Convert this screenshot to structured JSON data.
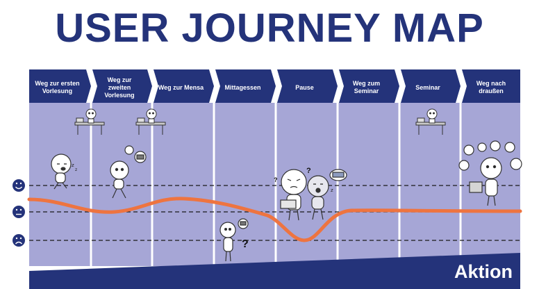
{
  "title": "USER JOURNEY MAP",
  "stages": [
    "Weg zur ersten Vorlesung",
    "Weg zur zweiten Vorlesung",
    "Weg zur Mensa",
    "Mittagessen",
    "Pause",
    "Weg zum Seminar",
    "Seminar",
    "Weg nach draußen"
  ],
  "emotion_levels": [
    "happy",
    "neutral",
    "sad"
  ],
  "footer_label": "Aktion",
  "colors": {
    "primary": "#24337a",
    "lane": "#a6a6d6",
    "curve": "#ee7440"
  }
}
